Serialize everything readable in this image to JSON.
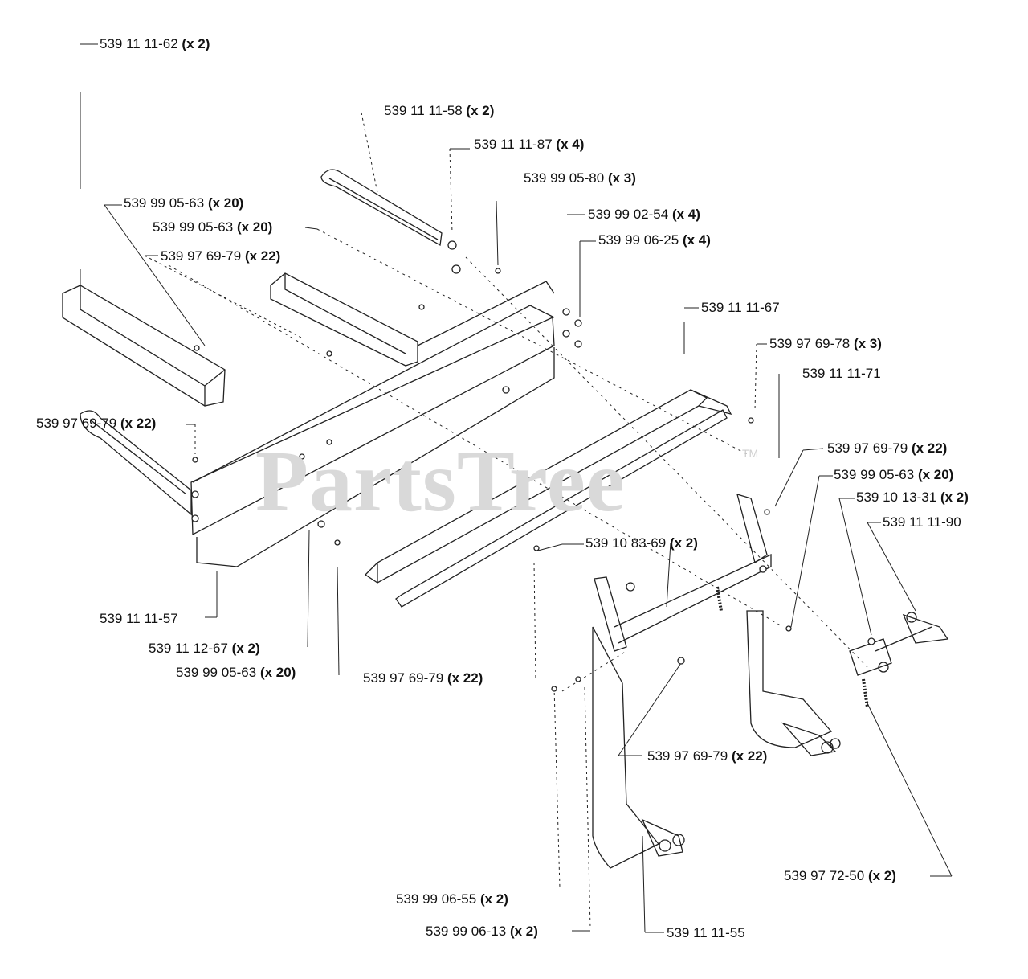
{
  "watermark": {
    "text": "PartsTree",
    "tm": "TM"
  },
  "labels": [
    {
      "part": "539 11 11-62",
      "qty": "(x 2)"
    },
    {
      "part": "539 11 11-58",
      "qty": "(x 2)"
    },
    {
      "part": "539 11 11-87",
      "qty": "(x 4)"
    },
    {
      "part": "539 99 05-80",
      "qty": "(x 3)"
    },
    {
      "part": "539 99 02-54",
      "qty": "(x 4)"
    },
    {
      "part": "539 99 06-25",
      "qty": "(x 4)"
    },
    {
      "part": "539 99 05-63",
      "qty": "(x 20)"
    },
    {
      "part": "539 99 05-63",
      "qty": "(x 20)"
    },
    {
      "part": "539 97 69-79",
      "qty": "(x 22)"
    },
    {
      "part": "539 11 11-67",
      "qty": ""
    },
    {
      "part": "539 97 69-78",
      "qty": "(x 3)"
    },
    {
      "part": "539 11 11-71",
      "qty": ""
    },
    {
      "part": "539 97 69-79",
      "qty": "(x 22)"
    },
    {
      "part": "539 97 69-79",
      "qty": "(x 22)"
    },
    {
      "part": "539 99 05-63",
      "qty": "(x 20)"
    },
    {
      "part": "539 10 13-31",
      "qty": "(x 2)"
    },
    {
      "part": "539 11 11-90",
      "qty": ""
    },
    {
      "part": "539 10 83-69",
      "qty": "(x 2)"
    },
    {
      "part": "539 11 11-57",
      "qty": ""
    },
    {
      "part": "539 11 12-67",
      "qty": "(x 2)"
    },
    {
      "part": "539 99 05-63",
      "qty": "(x 20)"
    },
    {
      "part": "539 97 69-79",
      "qty": "(x 22)"
    },
    {
      "part": "539 97 69-79",
      "qty": "(x 22)"
    },
    {
      "part": "539 97 72-50",
      "qty": "(x 2)"
    },
    {
      "part": "539 99 06-55",
      "qty": "(x 2)"
    },
    {
      "part": "539 99 06-13",
      "qty": "(x 2)"
    },
    {
      "part": "539 11 11-55",
      "qty": ""
    }
  ]
}
